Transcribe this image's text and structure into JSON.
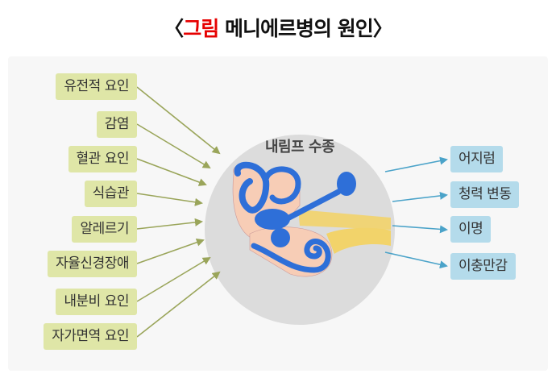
{
  "title": {
    "open": "〈",
    "prefix": "그림",
    "text": " 메니에르병의 원인",
    "close": "〉"
  },
  "center_label": "내림프 수종",
  "causes": [
    "유전적 요인",
    "감염",
    "혈관 요인",
    "식습관",
    "알레르기",
    "자율신경장애",
    "내분비 요인",
    "자가면역 요인"
  ],
  "symptoms": [
    "어지럼",
    "청력 변동",
    "이명",
    "이충만감"
  ],
  "colors": {
    "cause_box": "#dfe6a7",
    "symptom_box": "#b4dbeb",
    "cause_arrow": "#9aa55a",
    "symptom_arrow": "#4ba3c9",
    "title_accent": "#e60000"
  }
}
